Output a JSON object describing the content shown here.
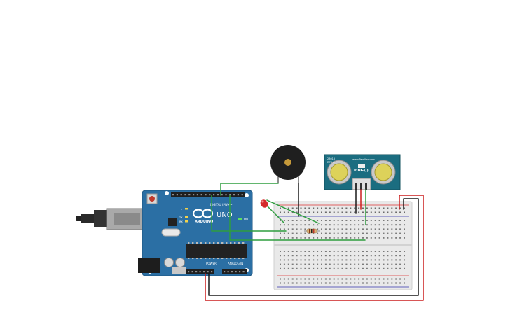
{
  "arduino": {
    "brand_text": "ARDUINO",
    "model_text": "UNO",
    "digital_header": "DIGITAL (PWM~)",
    "power_header": "POWER",
    "analog_header": "ANALOG IN",
    "on_label": "ON",
    "led_labels": [
      "L",
      "TX",
      "RX"
    ]
  },
  "ping_sensor": {
    "label": "PING)))",
    "part_text": "28015",
    "rev_text": "REV C",
    "site_text": "www.Parallax.com"
  },
  "colors": {
    "arduino_board": "#2b6fa4",
    "breadboard": "#e8e8e8",
    "sensor_board": "#1b6d80",
    "wire_red": "#cc1f1f",
    "wire_black": "#1a1a1a",
    "wire_green": "#2e9e3e",
    "led": "#d42b2b",
    "buzzer": "#202020"
  }
}
